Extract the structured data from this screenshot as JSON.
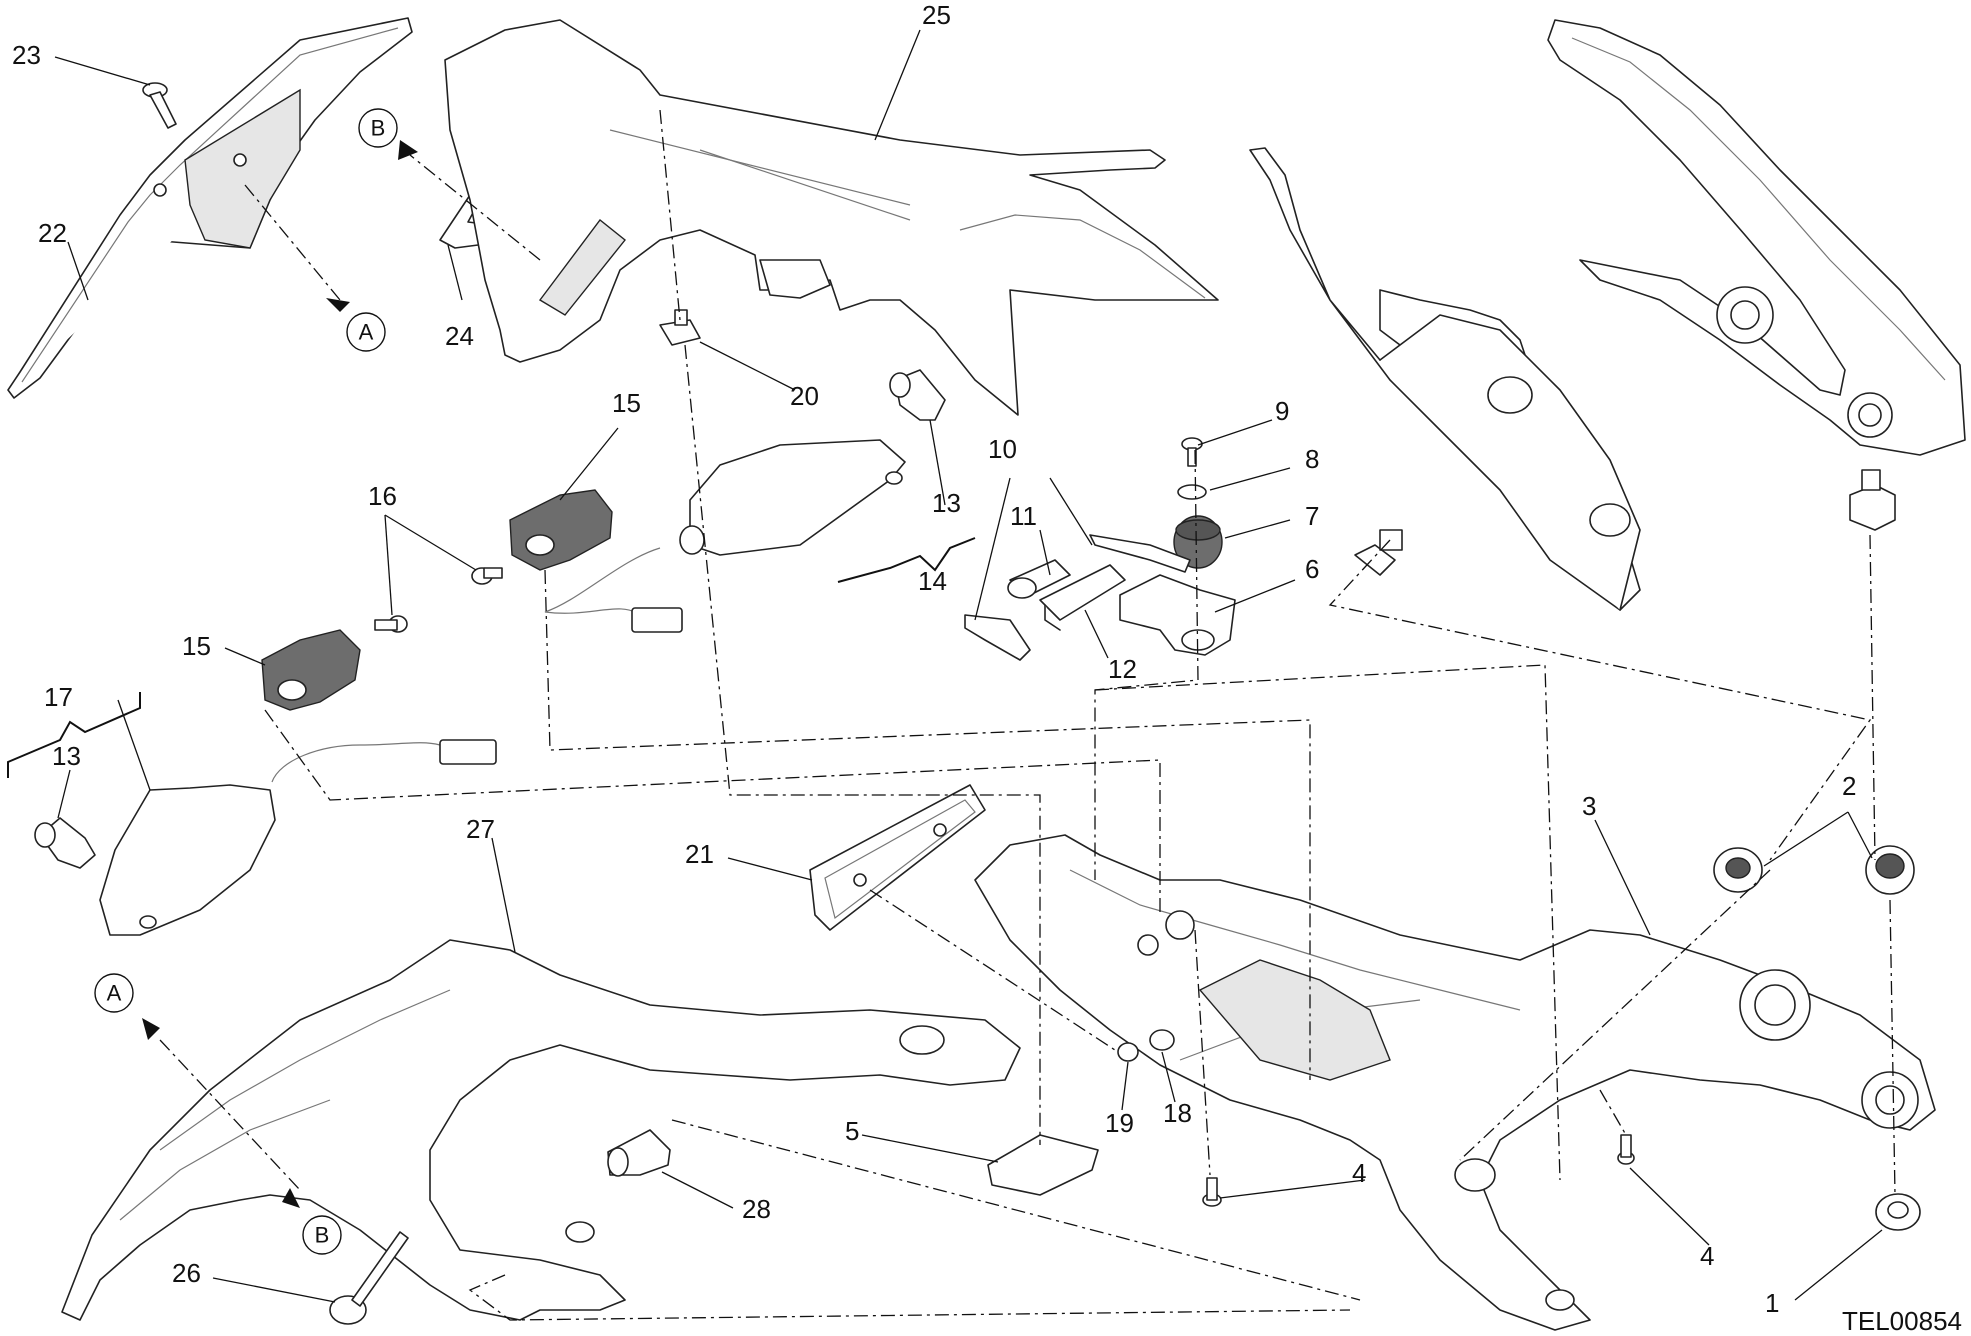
{
  "drawing_code": "TEL00854",
  "callouts": {
    "c1": "1",
    "c2": "2",
    "c3": "3",
    "c4a": "4",
    "c4b": "4",
    "c5": "5",
    "c6": "6",
    "c7": "7",
    "c8": "8",
    "c9": "9",
    "c10": "10",
    "c11": "11",
    "c12": "12",
    "c13a": "13",
    "c13b": "13",
    "c14": "14",
    "c15a": "15",
    "c15b": "15",
    "c16": "16",
    "c17": "17",
    "c18": "18",
    "c19": "19",
    "c20": "20",
    "c21": "21",
    "c22": "22",
    "c23": "23",
    "c24": "24",
    "c25": "25",
    "c26": "26",
    "c27": "27",
    "c28": "28"
  },
  "refs": {
    "a1": "A",
    "a2": "A",
    "b1": "B",
    "b2": "B"
  }
}
